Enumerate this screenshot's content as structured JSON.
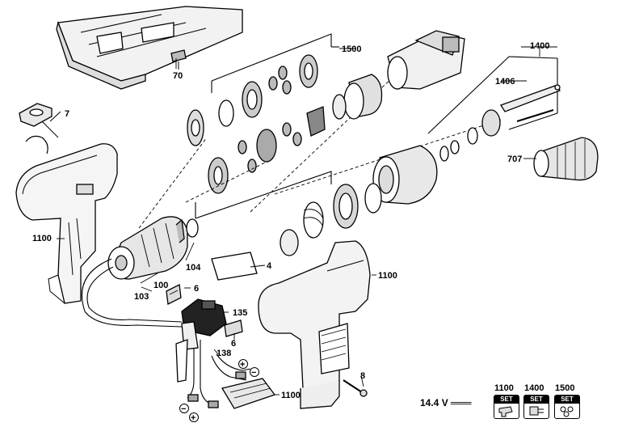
{
  "labels": {
    "l70": "70",
    "l7": "7",
    "l1500": "1500",
    "l1400": "1400",
    "l1406": "1406",
    "l707": "707",
    "l1100_left": "1100",
    "l104": "104",
    "l4": "4",
    "l100": "100",
    "l103": "103",
    "l6_top": "6",
    "l135": "135",
    "l6_bottom": "6",
    "l138": "138",
    "l1100_right": "1100",
    "l8": "8",
    "l1100_battery": "1100"
  },
  "polarity": {
    "plus": "+",
    "minus": "−"
  },
  "voltage": "14.4 V ═══",
  "sets": [
    {
      "number": "1100",
      "header": "SET",
      "icon": "drill-icon"
    },
    {
      "number": "1400",
      "header": "SET",
      "icon": "gearbox-icon"
    },
    {
      "number": "1500",
      "header": "SET",
      "icon": "gears-icon"
    }
  ]
}
